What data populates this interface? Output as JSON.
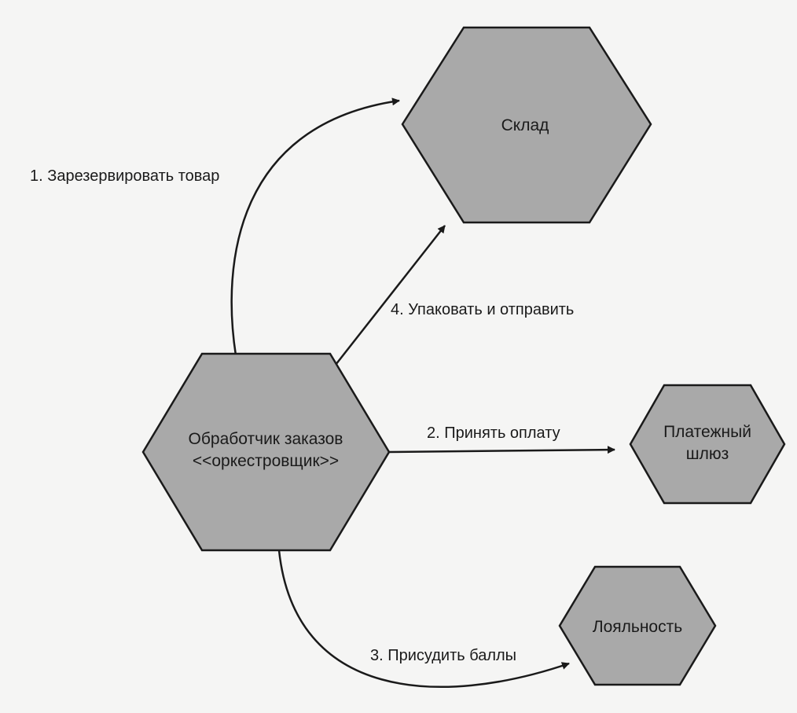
{
  "colors": {
    "node_fill": "#a9a9a9",
    "line": "#1a1a1a",
    "background": "#f5f5f4"
  },
  "nodes": {
    "orchestrator": {
      "line1": "Обработчик заказов",
      "line2": "<<оркестровщик>>"
    },
    "warehouse": {
      "label": "Склад"
    },
    "payment": {
      "line1": "Платежный",
      "line2": "шлюз"
    },
    "loyalty": {
      "label": "Лояльность"
    }
  },
  "edges": {
    "reserve": {
      "label": "1. Зарезервировать товар"
    },
    "pay": {
      "label": "2. Принять оплату"
    },
    "points": {
      "label": "3. Присудить баллы"
    },
    "ship": {
      "label": "4. Упаковать и отправить"
    }
  }
}
